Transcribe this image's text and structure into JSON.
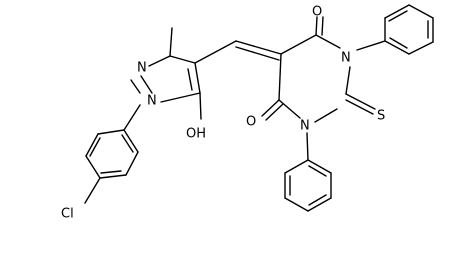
{
  "atoms": {
    "cl": "Cl",
    "n1": "N",
    "n2": "N",
    "oh": "OH",
    "o_top": "O",
    "o_left": "O",
    "n3": "N",
    "n4": "N",
    "s": "S"
  },
  "colors": {
    "ink": "#000000",
    "background": "#ffffff"
  }
}
